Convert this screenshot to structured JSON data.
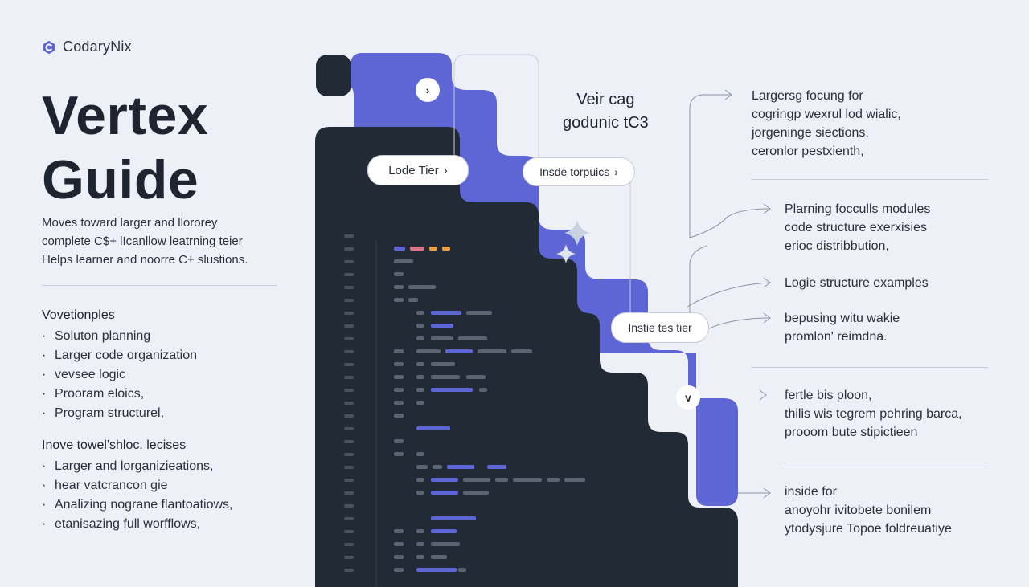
{
  "brand": {
    "name": "CodaryNix",
    "icon": "brand-c-icon",
    "color": "#5b63d6"
  },
  "title": {
    "line1": "Vertex",
    "line2": "Guide"
  },
  "intro": {
    "line1": "Moves toward larger and llororey",
    "line2": "complete C$+ lIcanllow leatrning teier",
    "line3": "Helps learner and noorre C+ slustions."
  },
  "section1": {
    "heading": "Vovetionples",
    "items": [
      "Soluton planning",
      "Larger code organization",
      "vevsee logic",
      "Prooram eloics,",
      "Program structurel,"
    ]
  },
  "section2": {
    "heading": "Inove towel'shloc. lecises",
    "items": [
      "Larger and lorganizieations,",
      "hear vatcrancon gie",
      "Analizing nograne flantoatiows,",
      "etanisazing full worfflows,"
    ]
  },
  "center": {
    "label_line1": "Veir cag",
    "label_line2": "godunic tC3",
    "pill_lode": "Lode Tier",
    "pill_lode_arrow": "›",
    "pill_inside": "Insde torpuics",
    "pill_inside_arrow": "›",
    "pill_instie": "Instie tes tier",
    "btn_top": "›",
    "btn_bottom": "v",
    "colors": {
      "dark": "#212a35",
      "purple": "#5d66d4",
      "line": "#c9ccd8"
    }
  },
  "right": {
    "block1": [
      "Largersg focung for",
      "cogringp wexrul lod wialic,",
      "jorgeninge siections.",
      "ceronlor pestxienth,"
    ],
    "block2": [
      "Plarning focculls modules",
      "code structure exerxisies",
      "erioc distribbution,"
    ],
    "block3": [
      "Logie structure examples"
    ],
    "block4": [
      "bepusing witu wakie",
      "promlon' reimdna."
    ],
    "block5": [
      "fertle bis ploon,",
      "thilis wis tegrem pehring barca,",
      "prooom bute stipictieen"
    ],
    "block6": [
      "inside for",
      "anoyohr ivitobete bonilem",
      "ytodysjure Topoe foldreuatiye"
    ]
  }
}
